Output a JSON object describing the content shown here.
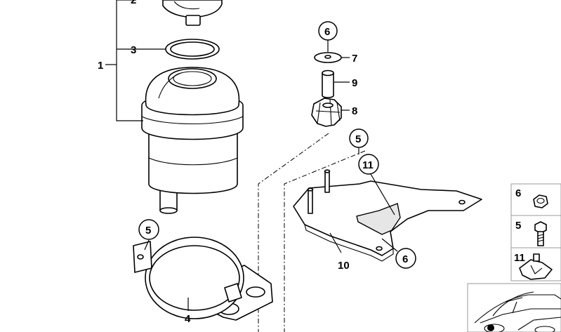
{
  "callouts": {
    "c1": "1",
    "c2": "2",
    "c3": "3",
    "c4": "4",
    "c5_clamp": "5",
    "c6_top": "6",
    "c7": "7",
    "c9": "9",
    "c8": "8",
    "c5_bracket": "5",
    "c11_bracket": "11",
    "c10": "10",
    "c6_bracket": "6"
  },
  "legend": {
    "item_nut": "6",
    "item_bolt": "5",
    "item_clip": "11"
  }
}
